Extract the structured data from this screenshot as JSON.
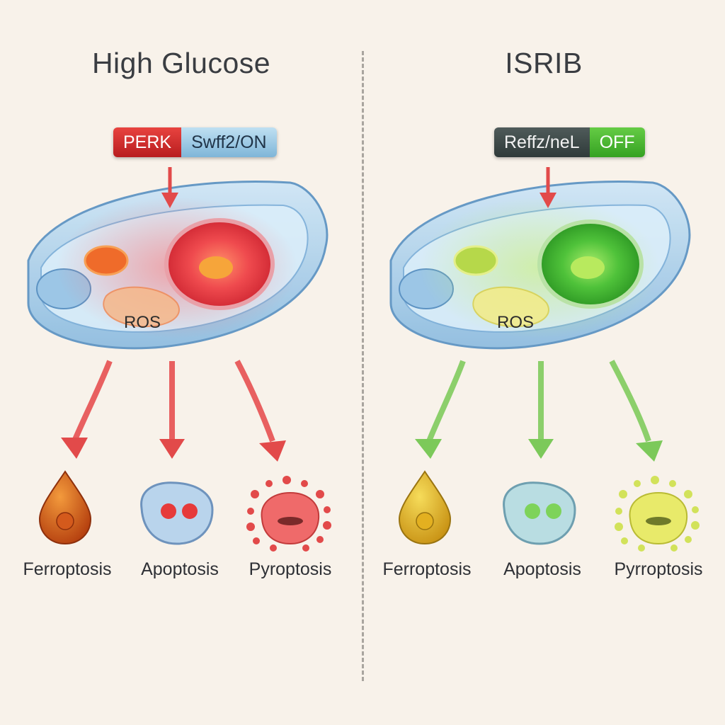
{
  "left": {
    "title": "High Glucose",
    "switch_a": "PERK",
    "switch_b": "Swff2/ON",
    "ros_label": "ROS",
    "outcomes": [
      "Ferroptosis",
      "Apoptosis",
      "Pyroptosis"
    ],
    "accent": "#e24a4a",
    "state": "on"
  },
  "right": {
    "title": "ISRIB",
    "switch_a": "Reffz/neL",
    "switch_b": "OFF",
    "ros_label": "ROS",
    "outcomes": [
      "Ferroptosis",
      "Apoptosis",
      "Pyrroptosis"
    ],
    "accent": "#7cc95a",
    "state": "off"
  }
}
